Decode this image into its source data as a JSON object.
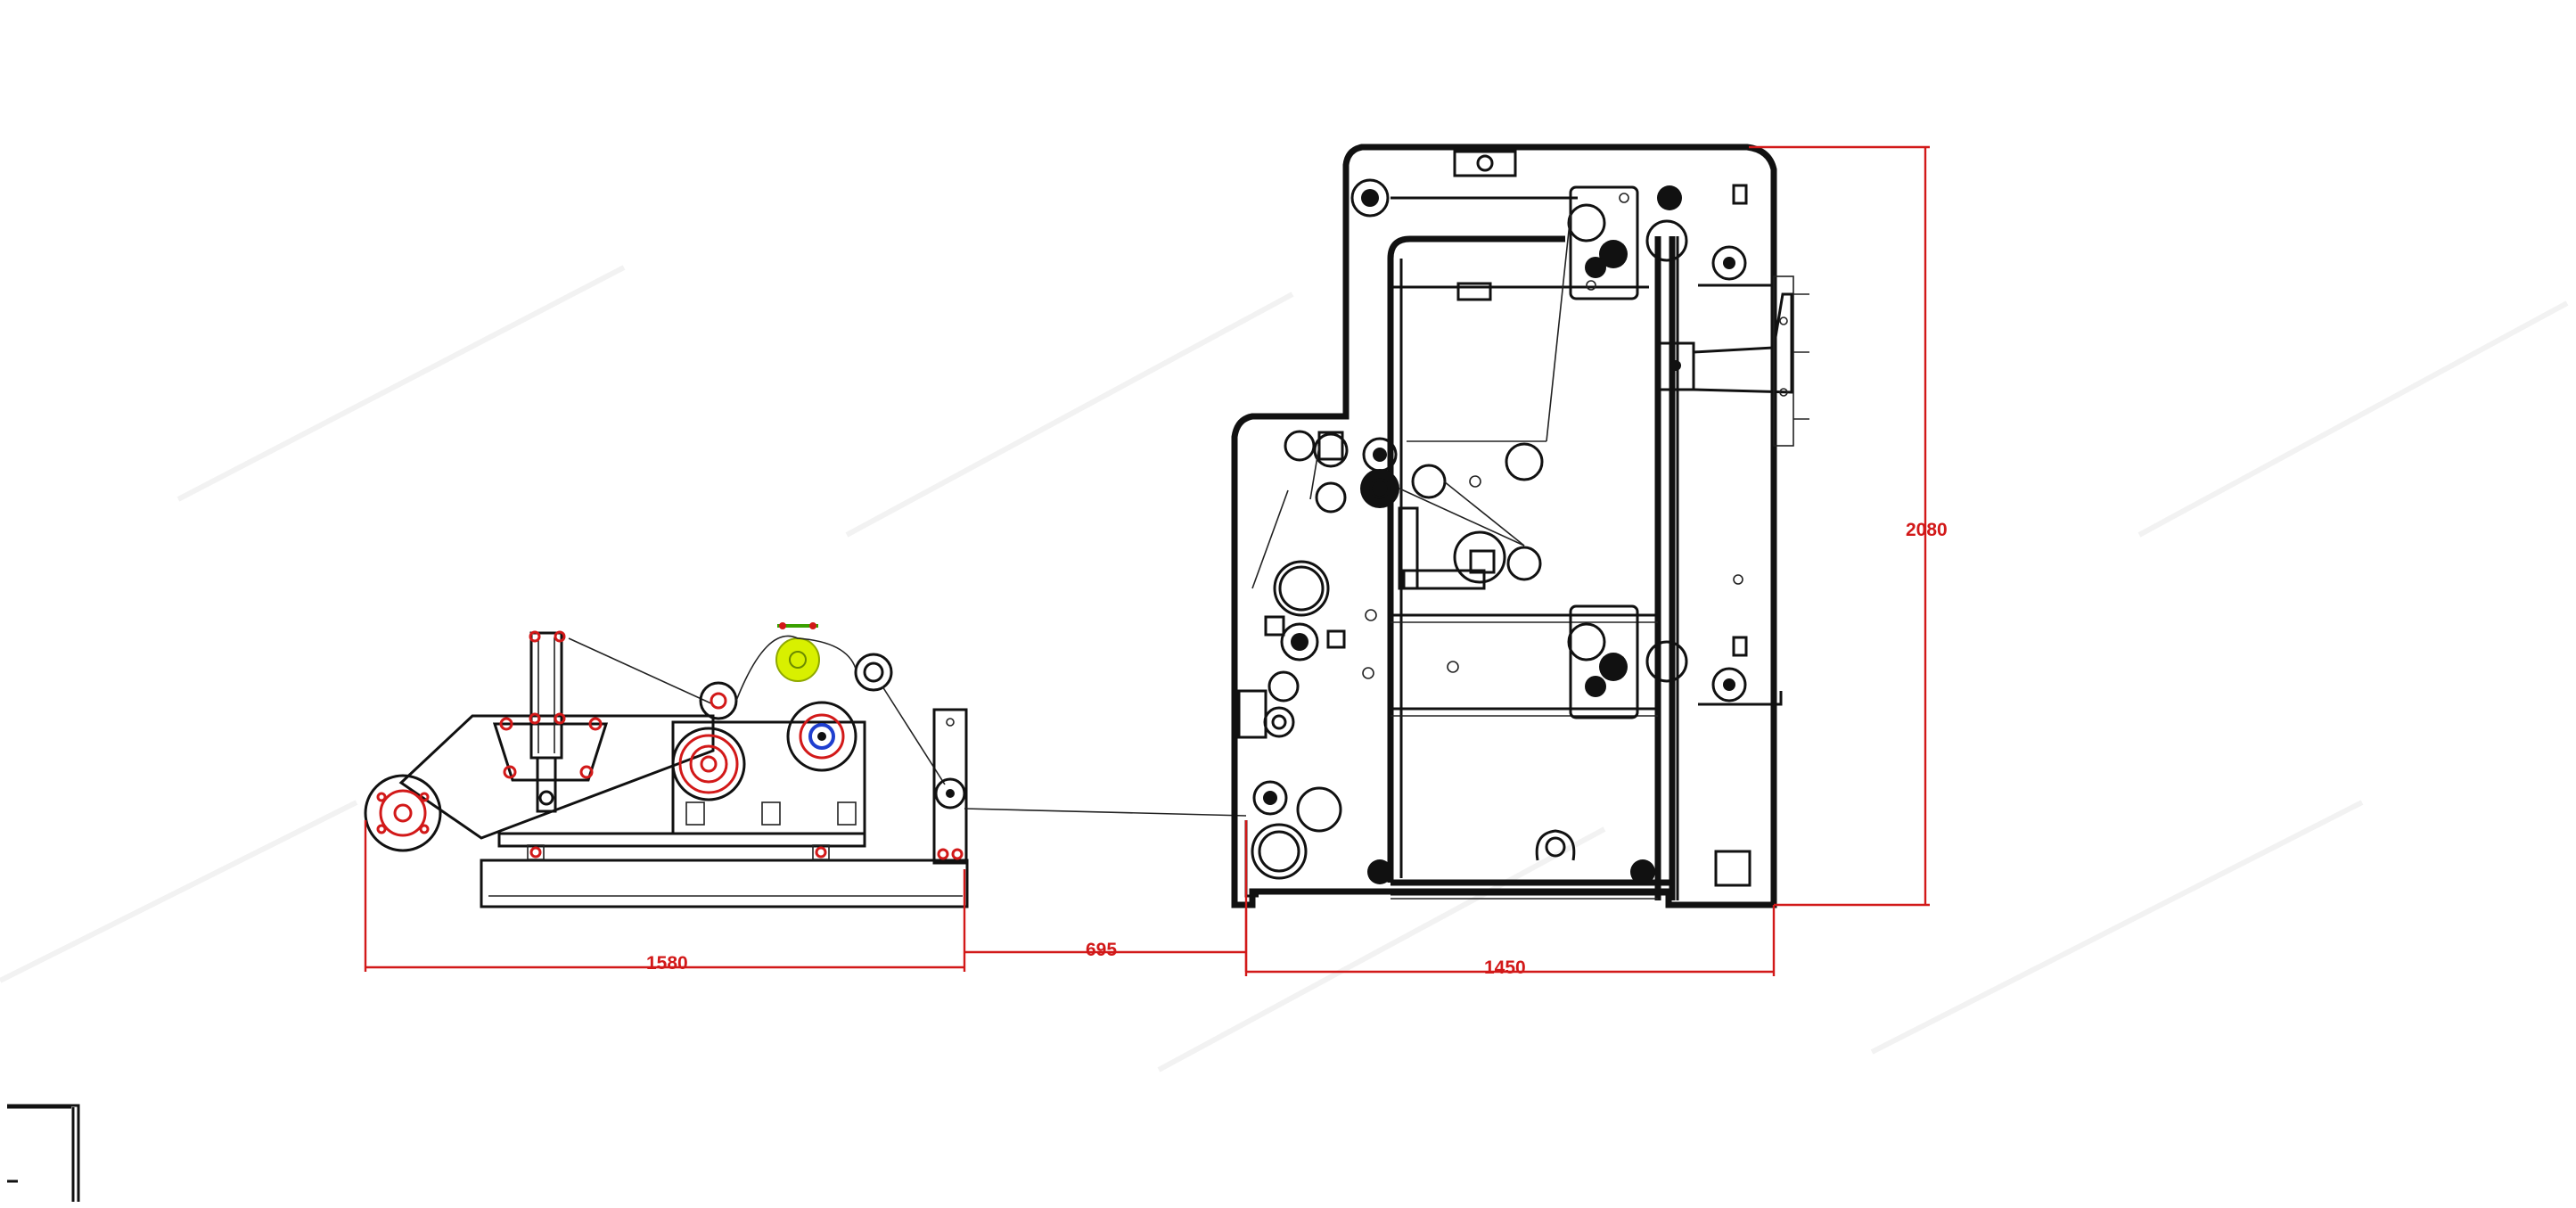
{
  "drawing": {
    "dimensions": {
      "unwinder_width": "1580",
      "gap": "695",
      "main_frame_width": "1450",
      "main_frame_height": "2080"
    },
    "colors": {
      "outline": "#111111",
      "dimension": "#d21919",
      "highlight": "#d8f000",
      "accent": "#1f3fcf"
    }
  }
}
